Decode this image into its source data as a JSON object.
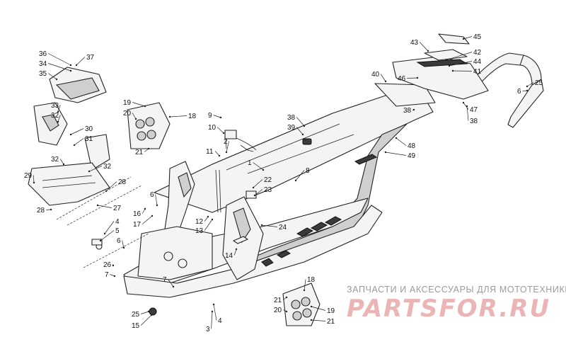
{
  "watermark": {
    "caption": "ЗАПЧАСТИ И АКСЕССУАРЫ ДЛЯ МОТОТЕХНИКИ",
    "logo": "PARTSFOR.RU"
  },
  "callouts": [
    {
      "id": "c1",
      "label": "1"
    },
    {
      "id": "c2",
      "label": "2"
    },
    {
      "id": "c3",
      "label": "3"
    },
    {
      "id": "c4a",
      "label": "4"
    },
    {
      "id": "c4b",
      "label": "4"
    },
    {
      "id": "c5",
      "label": "5"
    },
    {
      "id": "c6a",
      "label": "6"
    },
    {
      "id": "c6b",
      "label": "6"
    },
    {
      "id": "c6c",
      "label": "6"
    },
    {
      "id": "c7a",
      "label": "7"
    },
    {
      "id": "c7b",
      "label": "7"
    },
    {
      "id": "c8",
      "label": "8"
    },
    {
      "id": "c9",
      "label": "9"
    },
    {
      "id": "c10",
      "label": "10"
    },
    {
      "id": "c11",
      "label": "11"
    },
    {
      "id": "c12",
      "label": "12"
    },
    {
      "id": "c13",
      "label": "13"
    },
    {
      "id": "c14",
      "label": "14"
    },
    {
      "id": "c15",
      "label": "15"
    },
    {
      "id": "c16",
      "label": "16"
    },
    {
      "id": "c17",
      "label": "17"
    },
    {
      "id": "c18a",
      "label": "18"
    },
    {
      "id": "c18b",
      "label": "18"
    },
    {
      "id": "c19a",
      "label": "19"
    },
    {
      "id": "c19b",
      "label": "19"
    },
    {
      "id": "c20a",
      "label": "20"
    },
    {
      "id": "c20b",
      "label": "20"
    },
    {
      "id": "c21a",
      "label": "21"
    },
    {
      "id": "c21b",
      "label": "21"
    },
    {
      "id": "c21c",
      "label": "21"
    },
    {
      "id": "c22",
      "label": "22"
    },
    {
      "id": "c23",
      "label": "23"
    },
    {
      "id": "c24",
      "label": "24"
    },
    {
      "id": "c25a",
      "label": "25"
    },
    {
      "id": "c25b",
      "label": "25"
    },
    {
      "id": "c26",
      "label": "26"
    },
    {
      "id": "c27",
      "label": "27"
    },
    {
      "id": "c28a",
      "label": "28"
    },
    {
      "id": "c28b",
      "label": "28"
    },
    {
      "id": "c29",
      "label": "29"
    },
    {
      "id": "c30",
      "label": "30"
    },
    {
      "id": "c31",
      "label": "31"
    },
    {
      "id": "c32a",
      "label": "32"
    },
    {
      "id": "c32b",
      "label": "32"
    },
    {
      "id": "c32c",
      "label": "32"
    },
    {
      "id": "c33",
      "label": "33"
    },
    {
      "id": "c34",
      "label": "34"
    },
    {
      "id": "c35",
      "label": "35"
    },
    {
      "id": "c36",
      "label": "36"
    },
    {
      "id": "c37",
      "label": "37"
    },
    {
      "id": "c38a",
      "label": "38"
    },
    {
      "id": "c38b",
      "label": "38"
    },
    {
      "id": "c38c",
      "label": "38"
    },
    {
      "id": "c39",
      "label": "39"
    },
    {
      "id": "c40",
      "label": "40"
    },
    {
      "id": "c41",
      "label": "41"
    },
    {
      "id": "c42",
      "label": "42"
    },
    {
      "id": "c43",
      "label": "43"
    },
    {
      "id": "c44",
      "label": "44"
    },
    {
      "id": "c45",
      "label": "45"
    },
    {
      "id": "c46",
      "label": "46"
    },
    {
      "id": "c47",
      "label": "47"
    },
    {
      "id": "c48",
      "label": "48"
    },
    {
      "id": "c49",
      "label": "49"
    }
  ]
}
